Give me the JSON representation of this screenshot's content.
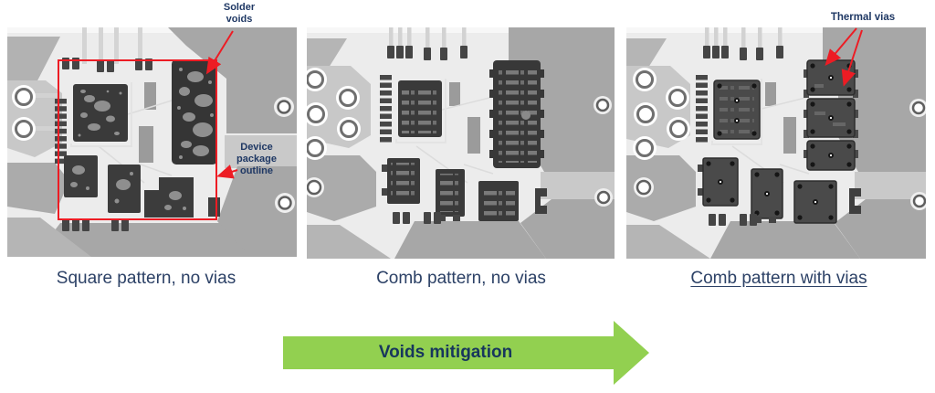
{
  "figure": {
    "type": "xray-solder-void-comparison",
    "arrow": {
      "label": "Voids mitigation",
      "color": "#92d050"
    }
  },
  "panels": [
    {
      "caption": "Square pattern, no vias",
      "annotations": {
        "solder_voids": "Solder voids",
        "device_package_outline": "Device package outline"
      }
    },
    {
      "caption": "Comb pattern, no vias",
      "annotations": {}
    },
    {
      "caption": "Comb pattern with vias",
      "annotations": {
        "thermal_vias": "Thermal vias"
      }
    }
  ],
  "colors": {
    "annotation_text": "#1f3864",
    "annotation_red": "#ed1c24",
    "caption_text": "#2c4166",
    "arrow_green": "#92d050",
    "xray_background": "#ececec",
    "xray_copper_pour": "#a7a7a7",
    "xray_component_dark": "#3a3a3a"
  }
}
